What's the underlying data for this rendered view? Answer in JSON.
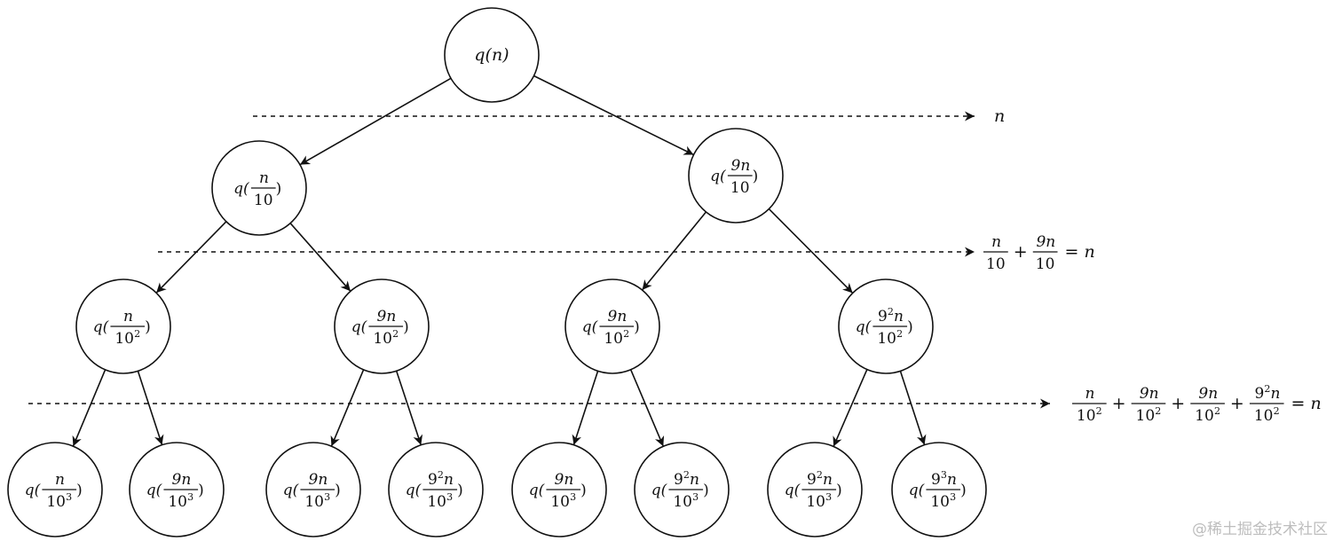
{
  "colors": {
    "ink": "#111111",
    "background": "#ffffff",
    "watermark": "#bdbdbd"
  },
  "tree": {
    "nodes": [
      {
        "id": "root",
        "level": 0,
        "label": {
          "type": "call",
          "num": "n"
        }
      },
      {
        "id": "l1a",
        "level": 1,
        "label": {
          "type": "call-frac",
          "num": "n",
          "den": "10"
        }
      },
      {
        "id": "l1b",
        "level": 1,
        "label": {
          "type": "call-frac",
          "num": "9n",
          "den": "10"
        }
      },
      {
        "id": "l2a",
        "level": 2,
        "label": {
          "type": "call-frac",
          "num": "n",
          "den": "10",
          "den_exp": "2"
        }
      },
      {
        "id": "l2b",
        "level": 2,
        "label": {
          "type": "call-frac",
          "num": "9n",
          "den": "10",
          "den_exp": "2"
        }
      },
      {
        "id": "l2c",
        "level": 2,
        "label": {
          "type": "call-frac",
          "num": "9n",
          "den": "10",
          "den_exp": "2"
        }
      },
      {
        "id": "l2d",
        "level": 2,
        "label": {
          "type": "call-frac",
          "num": "9",
          "num_exp": "2",
          "num_tail": "n",
          "den": "10",
          "den_exp": "2"
        }
      },
      {
        "id": "l3a",
        "level": 3,
        "label": {
          "type": "call-frac",
          "num": "n",
          "den": "10",
          "den_exp": "3"
        }
      },
      {
        "id": "l3b",
        "level": 3,
        "label": {
          "type": "call-frac",
          "num": "9n",
          "den": "10",
          "den_exp": "3"
        }
      },
      {
        "id": "l3c",
        "level": 3,
        "label": {
          "type": "call-frac",
          "num": "9n",
          "den": "10",
          "den_exp": "3"
        }
      },
      {
        "id": "l3d",
        "level": 3,
        "label": {
          "type": "call-frac",
          "num": "9",
          "num_exp": "2",
          "num_tail": "n",
          "den": "10",
          "den_exp": "3"
        }
      },
      {
        "id": "l3e",
        "level": 3,
        "label": {
          "type": "call-frac",
          "num": "9n",
          "den": "10",
          "den_exp": "3"
        }
      },
      {
        "id": "l3f",
        "level": 3,
        "label": {
          "type": "call-frac",
          "num": "9",
          "num_exp": "2",
          "num_tail": "n",
          "den": "10",
          "den_exp": "3"
        }
      },
      {
        "id": "l3g",
        "level": 3,
        "label": {
          "type": "call-frac",
          "num": "9",
          "num_exp": "2",
          "num_tail": "n",
          "den": "10",
          "den_exp": "3"
        }
      },
      {
        "id": "l3h",
        "level": 3,
        "label": {
          "type": "call-frac",
          "num": "9",
          "num_exp": "3",
          "num_tail": "n",
          "den": "10",
          "den_exp": "3"
        }
      }
    ],
    "edges": [
      [
        "root",
        "l1a"
      ],
      [
        "root",
        "l1b"
      ],
      [
        "l1a",
        "l2a"
      ],
      [
        "l1a",
        "l2b"
      ],
      [
        "l1b",
        "l2c"
      ],
      [
        "l1b",
        "l2d"
      ],
      [
        "l2a",
        "l3a"
      ],
      [
        "l2a",
        "l3b"
      ],
      [
        "l2b",
        "l3c"
      ],
      [
        "l2b",
        "l3d"
      ],
      [
        "l2c",
        "l3e"
      ],
      [
        "l2c",
        "l3f"
      ],
      [
        "l2d",
        "l3g"
      ],
      [
        "l2d",
        "l3h"
      ]
    ]
  },
  "level_sums": [
    {
      "level": 0,
      "terms": [
        {
          "type": "var",
          "text": "n"
        }
      ],
      "result": ""
    },
    {
      "level": 1,
      "terms": [
        {
          "type": "frac",
          "num": "n",
          "den": "10"
        },
        {
          "type": "frac",
          "num": "9n",
          "den": "10"
        }
      ],
      "operator": "+",
      "equals": "=",
      "result": "n"
    },
    {
      "level": 2,
      "terms": [
        {
          "type": "frac",
          "num": "n",
          "den": "10",
          "den_exp": "2"
        },
        {
          "type": "frac",
          "num": "9n",
          "den": "10",
          "den_exp": "2"
        },
        {
          "type": "frac",
          "num": "9n",
          "den": "10",
          "den_exp": "2"
        },
        {
          "type": "frac",
          "num": "9",
          "num_exp": "2",
          "num_tail": "n",
          "den": "10",
          "den_exp": "2"
        }
      ],
      "operator": "+",
      "equals": "=",
      "result": "n"
    }
  ],
  "function_name": "q",
  "watermark": "@稀土掘金技术社区"
}
